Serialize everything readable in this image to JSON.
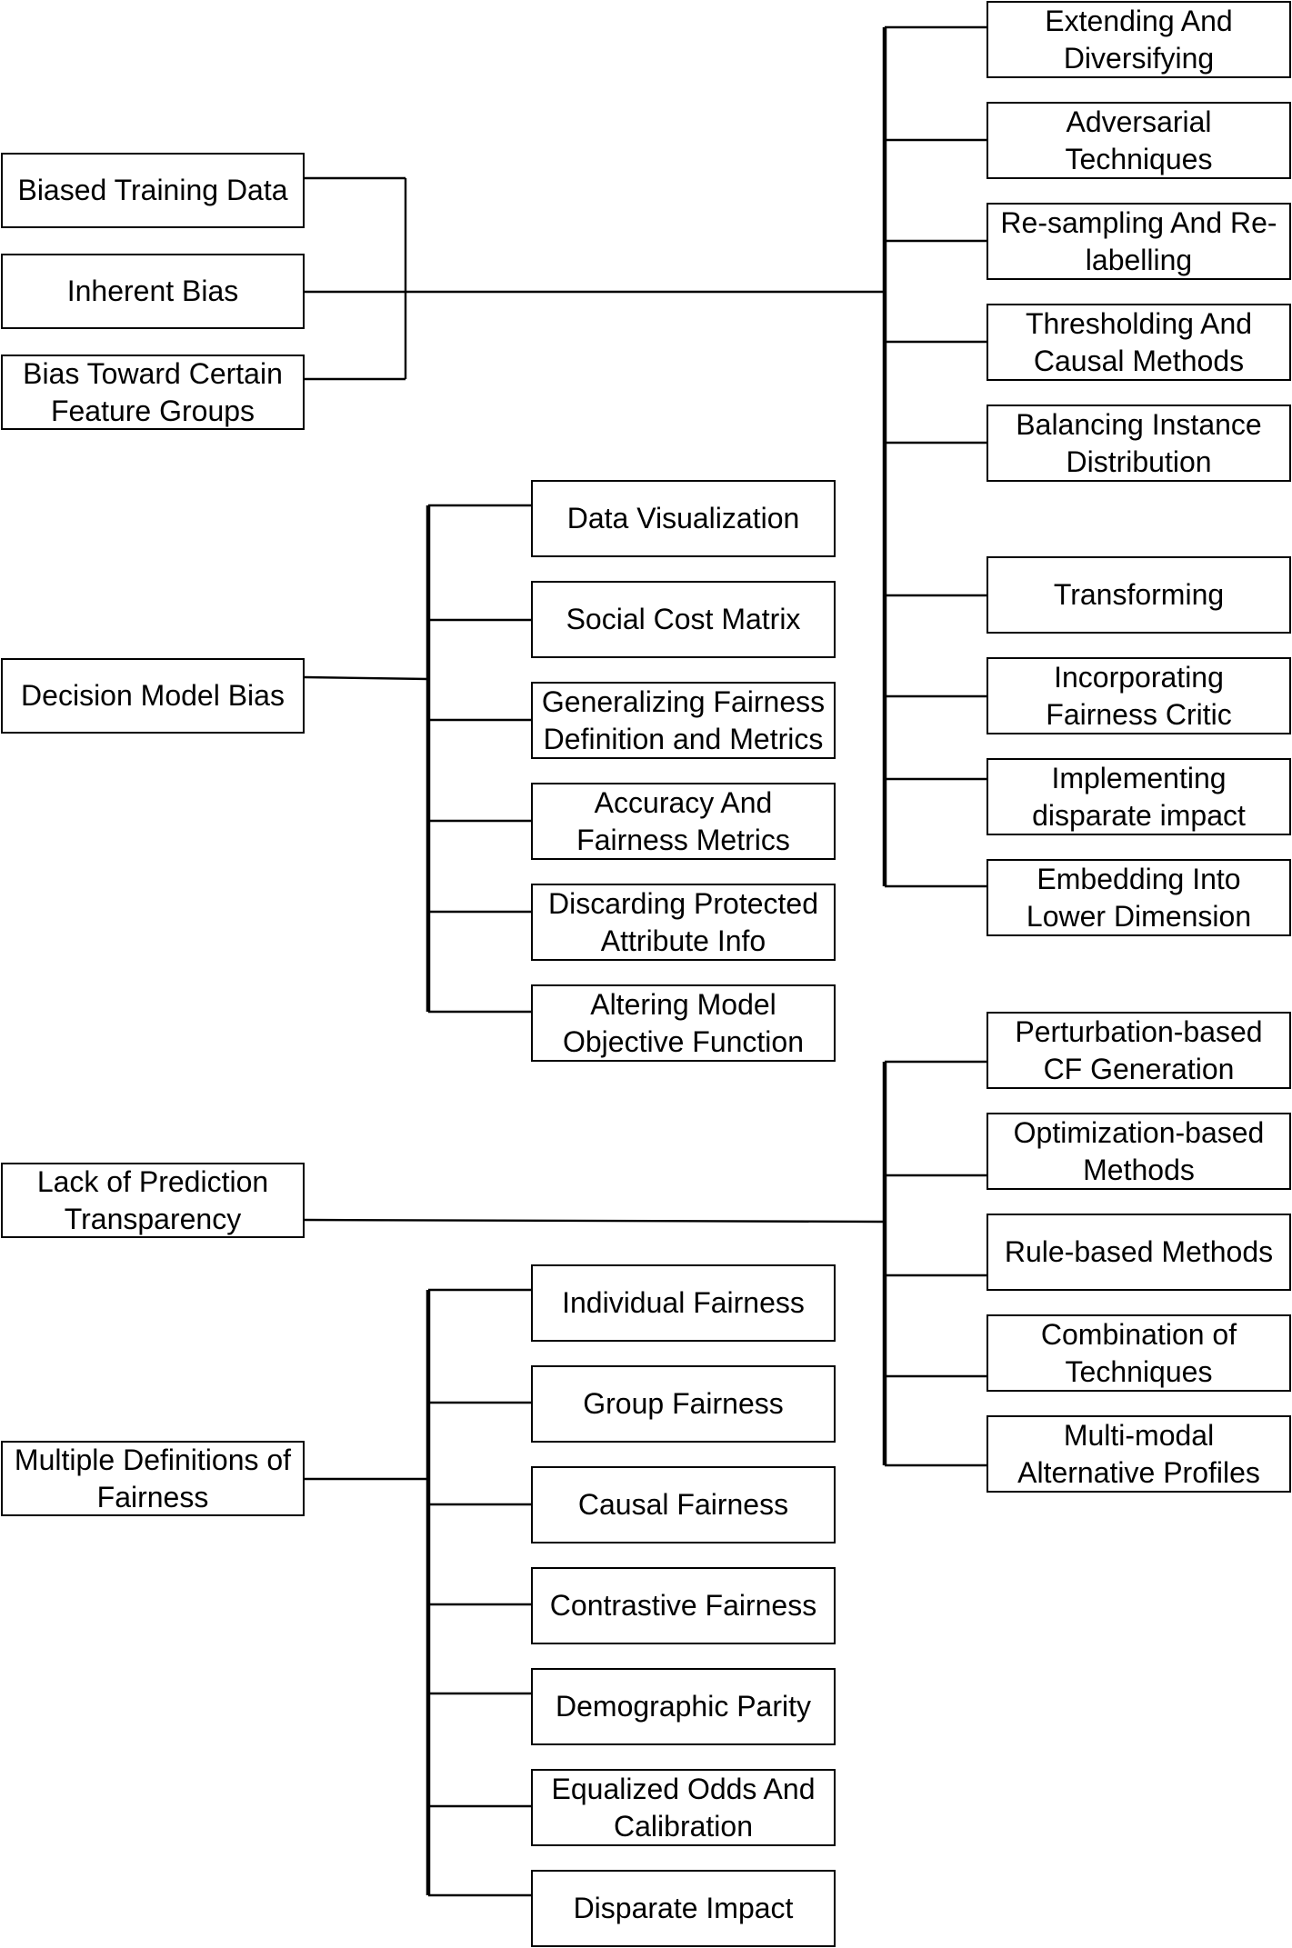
{
  "nodes": {
    "biased_training_data": "Biased Training Data",
    "inherent_bias": "Inherent Bias",
    "bias_toward_groups": "Bias Toward Certain Feature Groups",
    "decision_model_bias": "Decision Model Bias",
    "lack_of_transparency": "Lack of Prediction Transparency",
    "multiple_definitions": "Multiple Definitions of Fairness",
    "extending_diversifying": "Extending And Diversifying",
    "adversarial_techniques": "Adversarial Techniques",
    "resampling_relabelling": "Re-sampling And Re-labelling",
    "thresholding_causal": "Thresholding And Causal Methods",
    "balancing_instance": "Balancing Instance Distribution",
    "transforming": "Transforming",
    "fairness_critic": "Incorporating Fairness Critic",
    "disparate_impact_impl": "Implementing disparate impact",
    "embedding_lower": "Embedding Into Lower Dimension",
    "data_visualization": "Data Visualization",
    "social_cost_matrix": "Social Cost Matrix",
    "generalizing_fairness": "Generalizing Fairness Definition and Metrics",
    "accuracy_fairness": "Accuracy And Fairness Metrics",
    "discarding_protected": "Discarding Protected Attribute Info",
    "altering_objective": "Altering Model Objective Function",
    "perturbation_cf": "Perturbation-based CF Generation",
    "optimization_methods": "Optimization-based Methods",
    "rule_based": "Rule-based Methods",
    "combination_techniques": "Combination of Techniques",
    "multimodal_profiles": "Multi-modal Alternative Profiles",
    "individual_fairness": "Individual Fairness",
    "group_fairness": "Group Fairness",
    "causal_fairness": "Causal Fairness",
    "contrastive_fairness": "Contrastive Fairness",
    "demographic_parity": "Demographic Parity",
    "equalized_odds": "Equalized Odds And Calibration",
    "disparate_impact": "Disparate Impact"
  }
}
